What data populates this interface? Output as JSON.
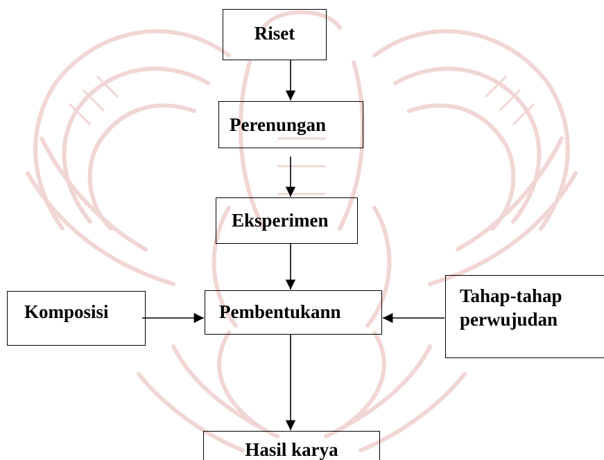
{
  "diagram": {
    "nodes": {
      "riset": "Riset",
      "perenungan": "Perenungan",
      "eksperimen": "Eksperimen",
      "pembentukan": "Pembentukann",
      "komposisi": "Komposisi",
      "tahap": "Tahap-tahap\nperwujudan",
      "hasil": "Hasil karya"
    },
    "edges": [
      [
        "riset",
        "perenungan"
      ],
      [
        "perenungan",
        "eksperimen"
      ],
      [
        "eksperimen",
        "pembentukan"
      ],
      [
        "komposisi",
        "pembentukan"
      ],
      [
        "tahap",
        "pembentukan"
      ],
      [
        "pembentukan",
        "hasil"
      ]
    ]
  },
  "colors": {
    "stroke": "#000000",
    "text": "#000000",
    "watermark": "#f0d6d4"
  },
  "watermark_icon": "garuda-emblem-icon"
}
